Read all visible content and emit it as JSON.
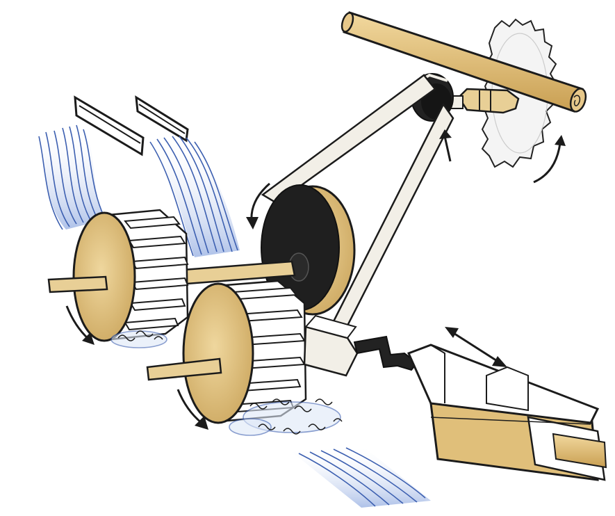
{
  "illustration": {
    "components": [
      "waterwheel-left",
      "waterwheel-right",
      "water-chute-left",
      "water-chute-right",
      "drive-pulley",
      "belt",
      "saw-pulley",
      "circular-saw",
      "log",
      "crank",
      "reciprocating-carriage",
      "rotation-arrows",
      "reciprocation-arrow"
    ],
    "colors": {
      "wood": "#e2c27e",
      "wood_dark": "#c9a35a",
      "outline": "#1b1b1b",
      "water": "#5a7fc8",
      "water_light": "#9ab6e6",
      "pulley": "#222222",
      "saw_blade": "#f4f4f4",
      "belt": "#f2efe7"
    }
  }
}
